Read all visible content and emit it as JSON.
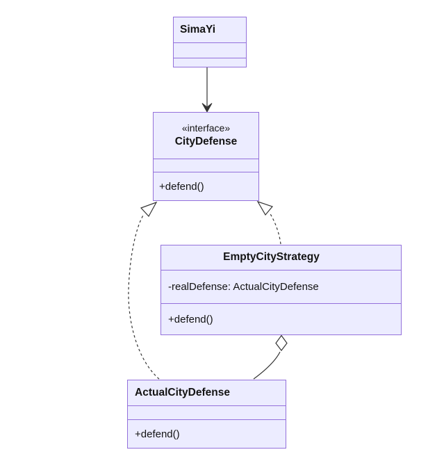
{
  "diagram": {
    "kind": "uml-class-diagram",
    "colors": {
      "node_fill": "#ECECFF",
      "node_border": "#9370DB",
      "edge": "#333333",
      "text": "#131313",
      "background": "#ffffff"
    },
    "classes": [
      {
        "name": "SimaYi",
        "annotation": "",
        "attributes": [],
        "methods": []
      },
      {
        "name": "CityDefense",
        "annotation": "«interface»",
        "attributes": [],
        "methods": [
          "+defend()"
        ]
      },
      {
        "name": "EmptyCityStrategy",
        "annotation": "",
        "attributes": [
          "-realDefense: ActualCityDefense"
        ],
        "methods": [
          "+defend()"
        ]
      },
      {
        "name": "ActualCityDefense",
        "annotation": "",
        "attributes": [],
        "methods": [
          "+defend()"
        ]
      }
    ],
    "relations": [
      {
        "from": "SimaYi",
        "to": "CityDefense",
        "type": "association",
        "line": "solid",
        "marker": "open-arrow"
      },
      {
        "from": "ActualCityDefense",
        "to": "CityDefense",
        "type": "realization",
        "line": "dashed",
        "marker": "hollow-triangle"
      },
      {
        "from": "EmptyCityStrategy",
        "to": "CityDefense",
        "type": "realization",
        "line": "dashed",
        "marker": "hollow-triangle"
      },
      {
        "from": "EmptyCityStrategy",
        "to": "ActualCityDefense",
        "type": "aggregation",
        "line": "solid",
        "marker": "hollow-diamond"
      }
    ]
  }
}
